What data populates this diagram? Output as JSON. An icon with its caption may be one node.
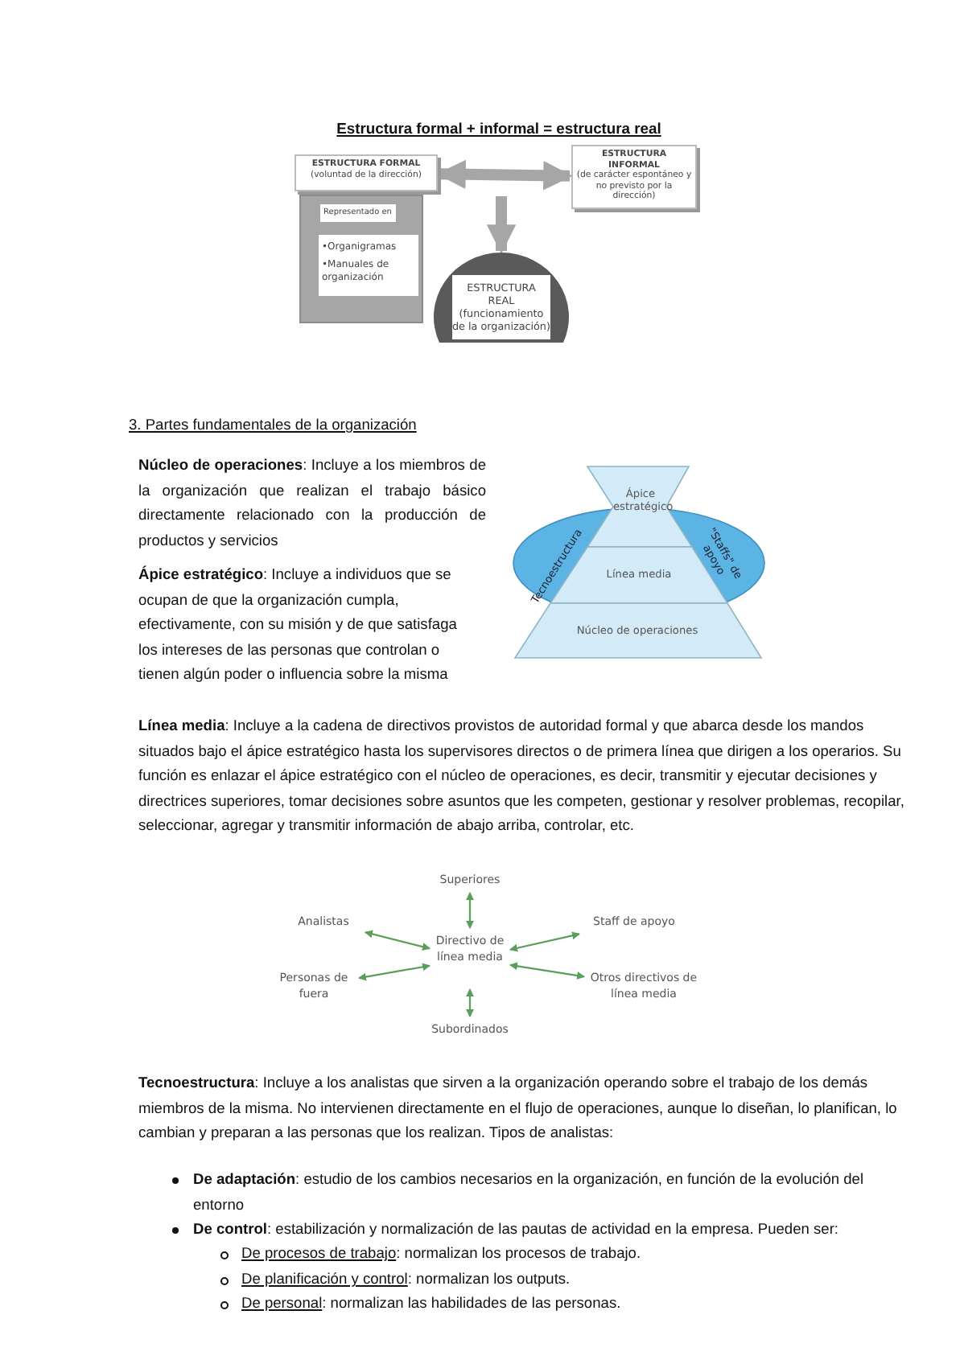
{
  "diagram": {
    "nodes": [
      {
        "text": [
          "ESTRUCTURA FORMAL",
          "(voluntad de la dirección)"
        ]
      },
      {
        "text": [],
        "shape": "box"
      },
      {
        "text": [
          "Representado en"
        ],
        "in": 1
      },
      {
        "text": [
          "•Organigramas",
          "•Manuales de organización"
        ],
        "in": 1
      },
      {
        "text": [
          "ESTRUCTURA INFORMAL",
          "(de carácter espontáneo y no previsto por la dirección)"
        ]
      },
      {
        "text": [
          "ESTRUCTURA REAL (funcionamiento de la organización)"
        ]
      },
      {
        "text": [
          "Ápice estratégico"
        ]
      },
      {
        "text": [
          "Línea media"
        ]
      },
      {
        "text": [
          "Núcleo de operaciones"
        ]
      },
      {
        "text": [
          "Tecnoestructura"
        ]
      },
      {
        "text": [
          "\"Staffs\" de apoyo"
        ]
      },
      {
        "text": [
          "Directivo de línea media"
        ]
      },
      {
        "text": [
          "Superiores"
        ]
      },
      {
        "text": [
          "Analistas"
        ]
      },
      {
        "text": [
          "Staff de apoyo"
        ]
      },
      {
        "text": [
          "Personas de fuera"
        ]
      },
      {
        "text": [
          "Otros directivos de línea media"
        ]
      },
      {
        "text": [
          "Subordinados"
        ]
      }
    ],
    "edges": [
      {
        "from": 0,
        "to": 4,
        "arrow": "both",
        "style": "thick",
        "color": "#a6a6a6"
      },
      {
        "from": null,
        "to": 5,
        "arrow": "to",
        "style": "thick",
        "color": "#a6a6a6"
      },
      {
        "from": 11,
        "to": 12,
        "arrow": "both"
      },
      {
        "from": 11,
        "to": 13,
        "arrow": "both"
      },
      {
        "from": 11,
        "to": 14,
        "arrow": "both"
      },
      {
        "from": 11,
        "to": 15,
        "arrow": "both"
      },
      {
        "from": 11,
        "to": 16,
        "arrow": "both"
      },
      {
        "from": 11,
        "to": 17,
        "arrow": "both"
      }
    ],
    "labels": [
      "Estructura formal + informal = estructura real",
      "3. Partes fundamentales de la organización",
      "**Núcleo de operaciones**: Incluye a los miembros de la organización que realizan el trabajo básico directamente relacionado con la producción de productos y servicios",
      "**Ápice estratégico**: Incluye a individuos que se ocupan de que la organización cumpla, efectivamente, con su misión y de que satisfaga los intereses de las personas que controlan o tienen algún poder o influencia sobre la misma",
      "**Línea media**: Incluye a la cadena de directivos provistos de autoridad formal y que abarca desde los mandos situados bajo el ápice estratégico hasta los supervisores directos o de primera línea que dirigen a los operarios. Su función es enlazar el ápice estratégico con el núcleo de operaciones, es decir, transmitir y ejecutar decisiones y directrices superiores, tomar decisiones sobre asuntos que les competen, gestionar y resolver problemas, recopilar, seleccionar, agregar y transmitir información de abajo arriba, controlar, etc.",
      "**Tecnoestructura**: Incluye a los analistas que sirven a la organización operando sobre el trabajo de los demás miembros de la misma. No intervienen directamente en el flujo de operaciones, aunque lo diseñan, lo planifican, lo cambian y preparan a las personas que los realizan. Tipos de analistas:",
      "**De adaptación**: estudio de los cambios necesarios en la organización, en función de la evolución del entorno",
      "**De control**: estabilización y normalización de las pautas de actividad en la empresa. Pueden ser:",
      "De procesos de trabajo: normalizan los procesos de trabajo.",
      "De planificación y control: normalizan los outputs.",
      "De personal: normalizan las habilidades de las personas."
    ]
  }
}
